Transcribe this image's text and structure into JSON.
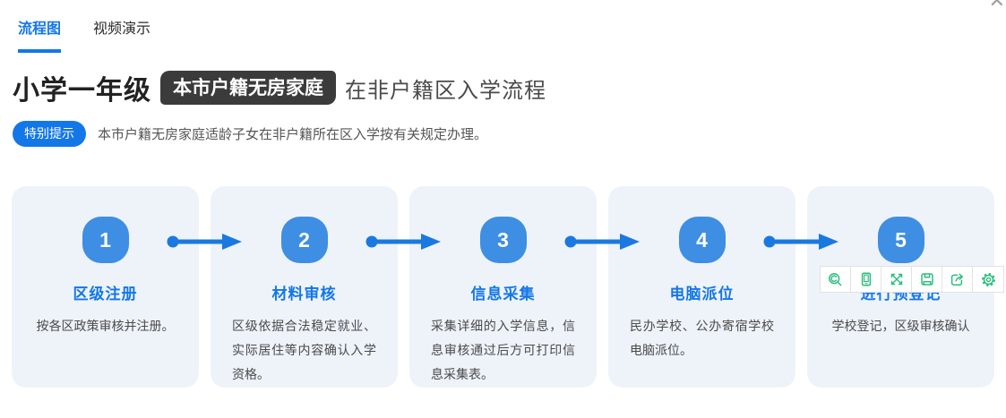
{
  "tabs": {
    "flowchart": "流程图",
    "video": "视频演示"
  },
  "close_glyph": "✕",
  "title": {
    "grade": "小学一年级",
    "badge": "本市户籍无房家庭",
    "suffix": "在非户籍区入学流程"
  },
  "tip": {
    "badge": "特别提示",
    "text": "本市户籍无房家庭适龄子女在非户籍所在区入学按有关规定办理。"
  },
  "steps": [
    {
      "number": "1",
      "title": "区级注册",
      "desc": "按各区政策审核并注册。"
    },
    {
      "number": "2",
      "title": "材料审核",
      "desc": "区级依据合法稳定就业、实际居住等内容确认入学资格。"
    },
    {
      "number": "3",
      "title": "信息采集",
      "desc": "采集详细的入学信息，信息审核通过后方可打印信息采集表。"
    },
    {
      "number": "4",
      "title": "电脑派位",
      "desc": "民办学校、公办寄宿学校电脑派位。"
    },
    {
      "number": "5",
      "title": "进行预登记",
      "desc": "学校登记，区级审核确认"
    }
  ],
  "toolbar_icons": [
    "zoom-search-icon",
    "mobile-view-icon",
    "fullscreen-expand-icon",
    "save-icon",
    "export-share-icon",
    "settings-gear-icon"
  ],
  "colors": {
    "accent_blue": "#1377e8",
    "step_badge_blue": "#3e8ee3",
    "arrow_blue": "#1a79e0",
    "card_bg": "#eef3fa",
    "title_badge_bg": "#3b3b3b",
    "toolbar_icon_green": "#2bbd7e"
  }
}
